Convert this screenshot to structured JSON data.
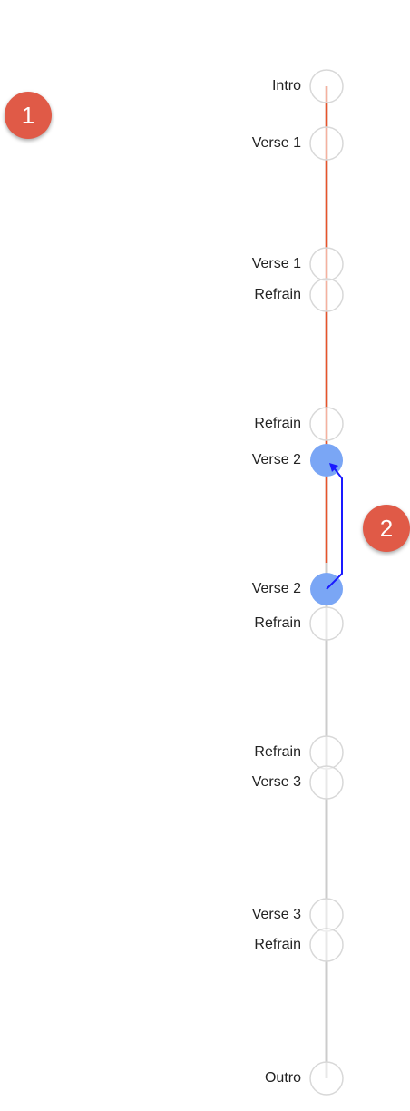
{
  "colors": {
    "badge": "#e05a47",
    "played_line": "#e8532a",
    "future_line": "#cccccc",
    "active_node": "#7aa6f5",
    "jump_arrow": "#1a1aff",
    "node_stroke": "#d8d8d8"
  },
  "badges": [
    {
      "label": "1"
    },
    {
      "label": "2"
    }
  ],
  "sections": [
    {
      "label": "Intro",
      "state": "inactive"
    },
    {
      "label": "Verse 1",
      "state": "inactive"
    },
    {
      "label": "Verse 1",
      "state": "inactive"
    },
    {
      "label": "Refrain",
      "state": "inactive"
    },
    {
      "label": "Refrain",
      "state": "inactive"
    },
    {
      "label": "Verse 2",
      "state": "active"
    },
    {
      "label": "Verse 2",
      "state": "active"
    },
    {
      "label": "Refrain",
      "state": "inactive"
    },
    {
      "label": "Refrain",
      "state": "inactive"
    },
    {
      "label": "Verse 3",
      "state": "inactive"
    },
    {
      "label": "Verse 3",
      "state": "inactive"
    },
    {
      "label": "Refrain",
      "state": "inactive"
    },
    {
      "label": "Outro",
      "state": "inactive"
    }
  ],
  "jump": {
    "from_section": 6,
    "to_section": 5
  }
}
